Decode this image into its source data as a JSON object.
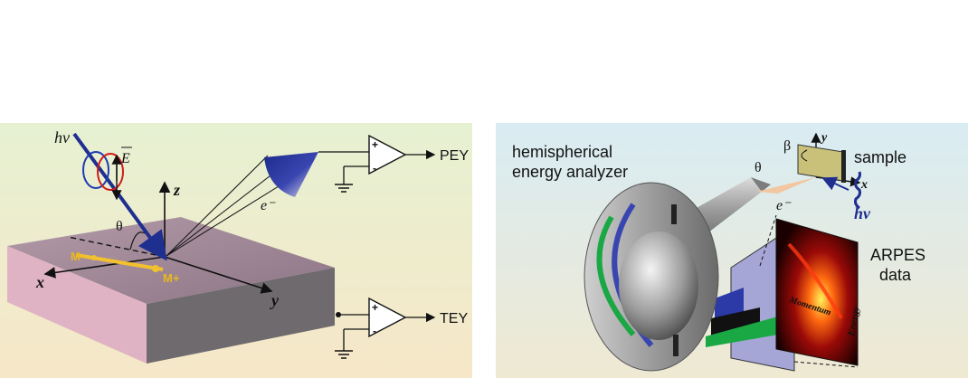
{
  "left_panel": {
    "photon": "hν",
    "e_field": "E",
    "angle": "θ",
    "axis_z": "z",
    "axis_x": "x",
    "axis_y": "y",
    "electron": "e⁻",
    "m_minus": "M-",
    "m_plus": "M+",
    "pey": "PEY",
    "tey": "TEY",
    "plus": "+",
    "minus": "-"
  },
  "right_panel": {
    "analyzer_line1": "hemispherical",
    "analyzer_line2": "energy analyzer",
    "sample": "sample",
    "beta": "β",
    "theta": "θ",
    "axis_y": "y",
    "axis_x": "x",
    "electron": "e⁻",
    "photon": "hν",
    "arpes_line1": "ARPES",
    "arpes_line2": "data",
    "momentum": "Momentum",
    "energy": "Energy"
  },
  "colors": {
    "left_bg_top": "#e6f1d2",
    "left_bg_bottom": "#f6e7c8",
    "right_bg_top": "#d9ecf3",
    "right_bg_bottom": "#efe9d2",
    "beam": "#1f2f8f",
    "magnet": "#f2c12e"
  }
}
